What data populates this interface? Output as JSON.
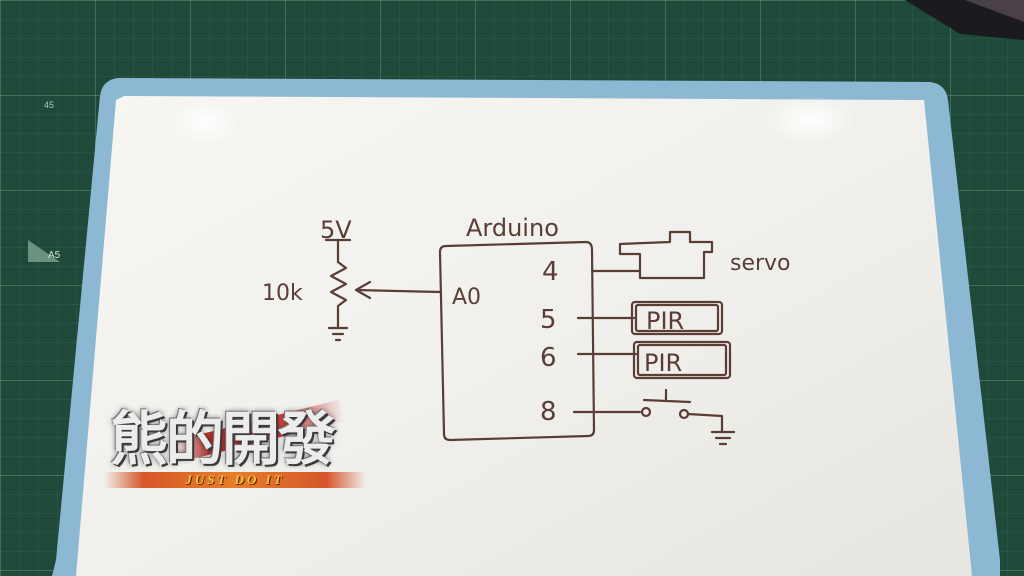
{
  "diagram": {
    "power_label": "5V",
    "resistor_label": "10k",
    "board_label": "Arduino",
    "analog_pin_label": "A0",
    "pins": [
      {
        "number": "4",
        "device": "servo"
      },
      {
        "number": "5",
        "device": "PIR"
      },
      {
        "number": "6",
        "device": "PIR"
      },
      {
        "number": "8",
        "device": ""
      }
    ],
    "servo_label": "servo",
    "pir_labels": [
      "PIR",
      "PIR"
    ]
  },
  "mat": {
    "corner_tag": "A5",
    "tick_label": "45"
  },
  "logo": {
    "main_text": "熊的開發",
    "sub_text": "JUST DO IT"
  },
  "colors": {
    "mat": "#1f4a3a",
    "board_frame": "#8db8d3",
    "board_surface": "#f1f0ec",
    "marker": "#5a3e36"
  }
}
